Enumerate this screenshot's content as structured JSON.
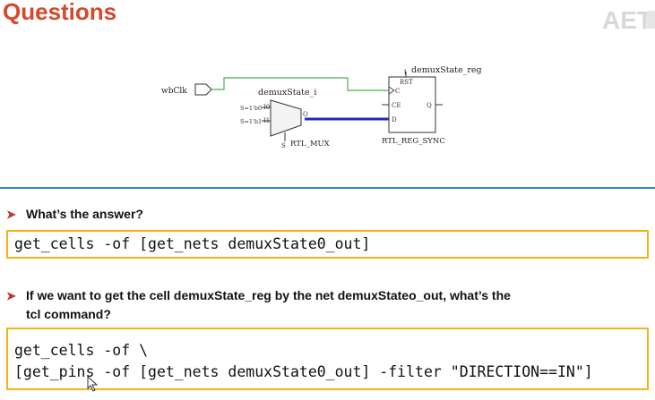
{
  "slide": {
    "title": "Questions",
    "logo_text": "AET"
  },
  "schematic": {
    "input_port": "wbClk",
    "mux_instance": "demuxState_i",
    "mux_in0_label": "S=1'b0",
    "mux_in0_pin": "I0",
    "mux_in1_label": "S=1'b1",
    "mux_in1_pin": "I1",
    "mux_sel_pin": "S",
    "mux_out_pin": "O",
    "mux_type": "RTL_MUX",
    "reg_instance": "demuxState_reg",
    "reg_rst_pin": "RST",
    "reg_c_pin": "C",
    "reg_ce_pin": "CE",
    "reg_d_pin": "D",
    "reg_q_pin": "Q",
    "reg_pin_top": "1",
    "reg_type": "RTL_REG_SYNC",
    "colors": {
      "clock_net": "#4caf50",
      "data_net": "#1f2bbf",
      "mux_fill": "#f3f3f3"
    }
  },
  "questions": [
    {
      "text": "What’s the answer?",
      "code": [
        "get_cells -of [get_nets demuxState0_out]"
      ]
    },
    {
      "text_line1": "If we want to get the cell demuxState_reg by the net demuxStateo_out, what’s the",
      "text_line2": "tcl command?",
      "code": [
        "get_cells -of \\",
        "[get_pins -of [get_nets demuxState0_out] -filter \"DIRECTION==IN\"]"
      ]
    }
  ],
  "colors": {
    "title": "#d9472b",
    "divider": "#2f86c9",
    "code_border": "#f2b418",
    "bullet": "#c0392b"
  }
}
